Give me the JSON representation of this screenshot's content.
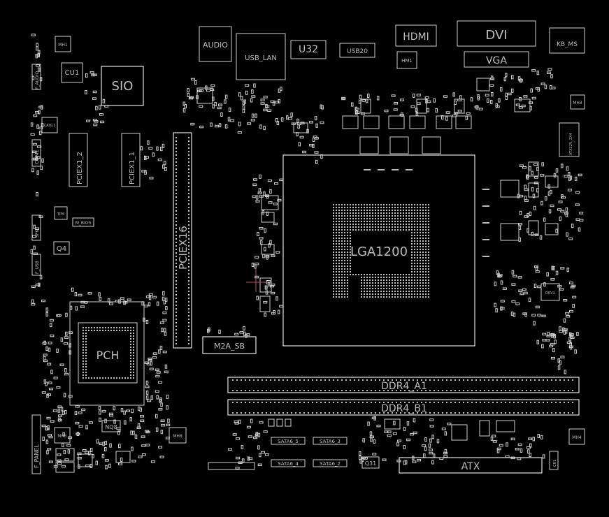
{
  "labels": {
    "mh1": "MH1",
    "audio": "AUDIO",
    "usb_lan": "USB_LAN",
    "u32": "U32",
    "usb20": "USB20",
    "hdmi": "HDMI",
    "dvi": "DVI",
    "kb_ms": "KB_MS",
    "hm1": "HM1",
    "vga": "VGA",
    "cu1": "CU1",
    "sio": "SIO",
    "mh3": "MH3",
    "caul1": "CAUL1",
    "com1": "COM1",
    "pciex1_2": "PCIEX1_2",
    "pciex1_1": "PCIEX1_1",
    "atx12v_2x4": "ATX12V_2X4",
    "tpm": "TPM",
    "m_bios": "M_BIOS",
    "q4": "Q4",
    "pciex16": "PCIEX16",
    "lga1200": "LGA1200",
    "drv1": "DRV1",
    "m2a_sb": "M2A_SB",
    "pch": "PCH",
    "ddr4_a1": "DDR4_A1",
    "ddr4_b1": "DDR4_B1",
    "f_panel": "F_PANEL",
    "mh5": "MH5",
    "mh6": "MH6",
    "nq8": "NQ8",
    "sata6g_5": "SATA6_5",
    "sata6g_3": "SATA6_3",
    "sata6g_4": "SATA6_4",
    "sata6g_2": "SATA6_2",
    "q31": "Q31",
    "atx": "ATX",
    "mh4": "MH4",
    "f_usb": "F_USB",
    "f_audio": "F_AUDIO",
    "spk": "SPK",
    "cr1": "CR1"
  },
  "colors": {
    "background": "#000000",
    "outline": "#cfcfcf",
    "text": "#bdbdbd",
    "crosshair": "#c0506a"
  }
}
